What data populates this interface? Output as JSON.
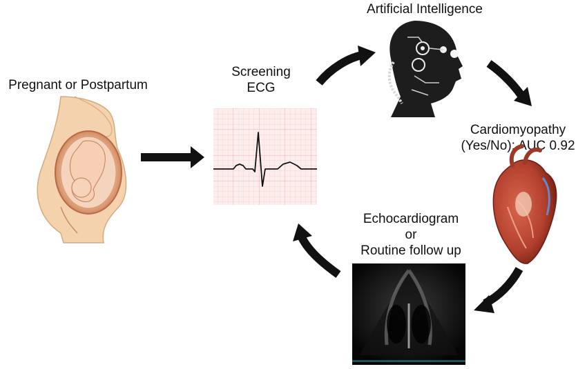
{
  "nodes": {
    "pregnant": {
      "label": "Pregnant or Postpartum",
      "icon": "pregnant-woman-fetus-icon"
    },
    "ecg": {
      "line1": "Screening",
      "line2": "ECG",
      "icon": "ecg-strip-icon"
    },
    "ai": {
      "label": "Artificial Intelligence",
      "icon": "ai-robot-head-icon"
    },
    "cardiomyopathy": {
      "line1": "Cardiomyopathy",
      "line2": "(Yes/No); AUC 0.92",
      "icon": "heart-anatomy-icon"
    },
    "echo": {
      "line1": "Echocardiogram",
      "line2": "or",
      "line3": "Routine follow up",
      "icon": "echocardiogram-image-icon"
    }
  },
  "colors": {
    "arrow": "#111111",
    "ecg_grid": "#f2b7b7",
    "ecg_bg": "#fdeeee",
    "skin": "#f3d2ad",
    "heart": "#b3402e"
  }
}
